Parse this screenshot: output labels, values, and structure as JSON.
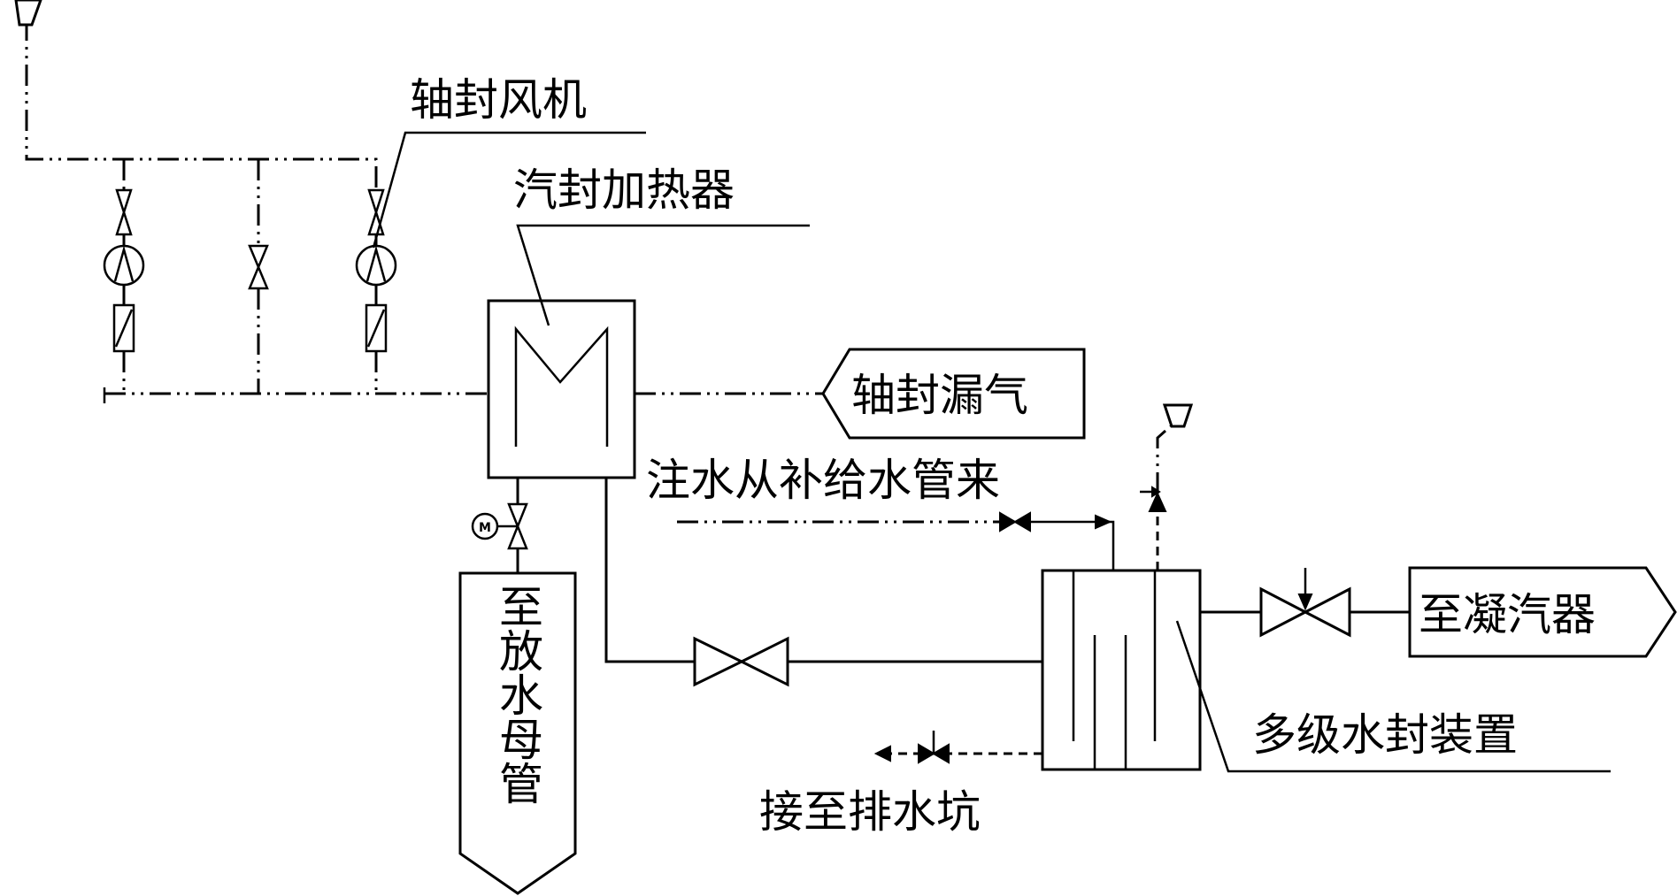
{
  "labels": {
    "fan": "轴封风机",
    "heater": "汽封加热器",
    "leak_steam": "轴封漏气",
    "makeup_water": "注水从补给水管来",
    "to_condenser": "至凝汽器",
    "water_seal": "多级水封装置",
    "drain_pit": "接至排水坑",
    "drain_header": "至放水母管"
  }
}
